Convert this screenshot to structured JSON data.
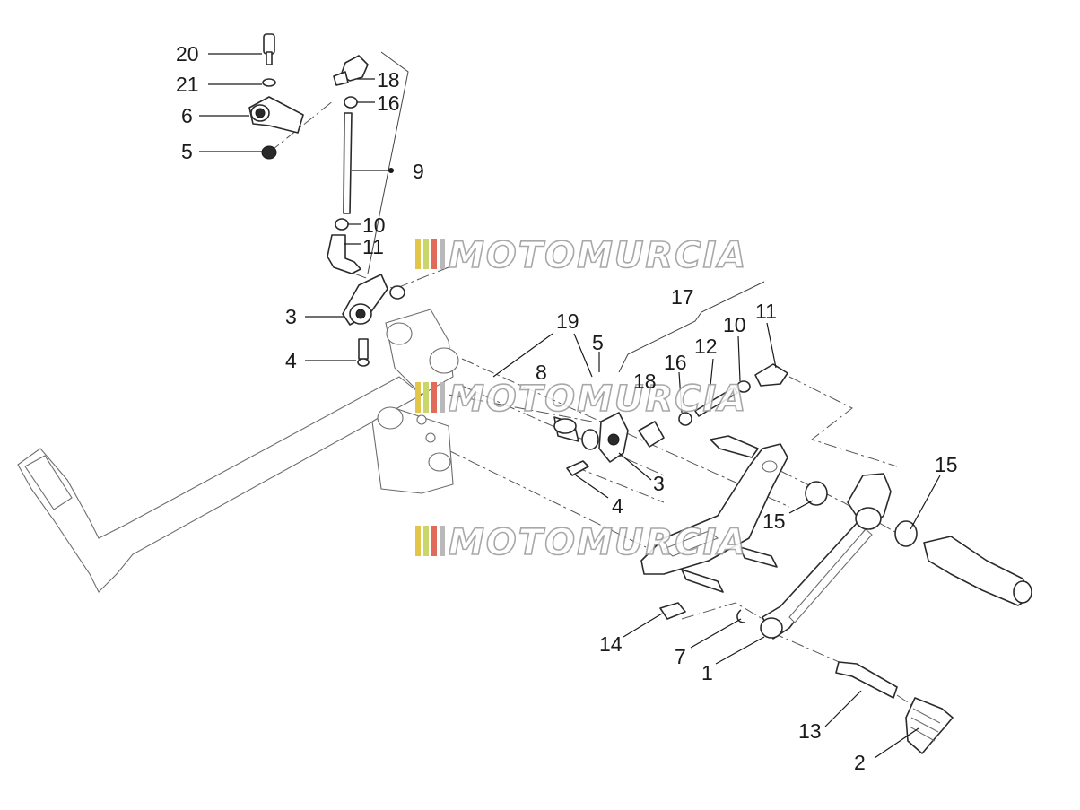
{
  "watermark": {
    "text": "MOTOMURCIA",
    "stripe_colors": [
      "#e2c64a",
      "#c9d66a",
      "#e06b5a",
      "#b9b9b9"
    ]
  },
  "callouts": {
    "c20": "20",
    "c21": "21",
    "c6": "6",
    "c5a": "5",
    "c18a": "18",
    "c16a": "16",
    "c9": "9",
    "c10a": "10",
    "c11a": "11",
    "c3a": "3",
    "c4a": "4",
    "c17": "17",
    "c19": "19",
    "c5b": "5",
    "c8": "8",
    "c18b": "18",
    "c16b": "16",
    "c12": "12",
    "c10b": "10",
    "c11b": "11",
    "c3b": "3",
    "c4b": "4",
    "c15a": "15",
    "c15b": "15",
    "c14": "14",
    "c7": "7",
    "c1": "1",
    "c13": "13",
    "c2": "2"
  }
}
